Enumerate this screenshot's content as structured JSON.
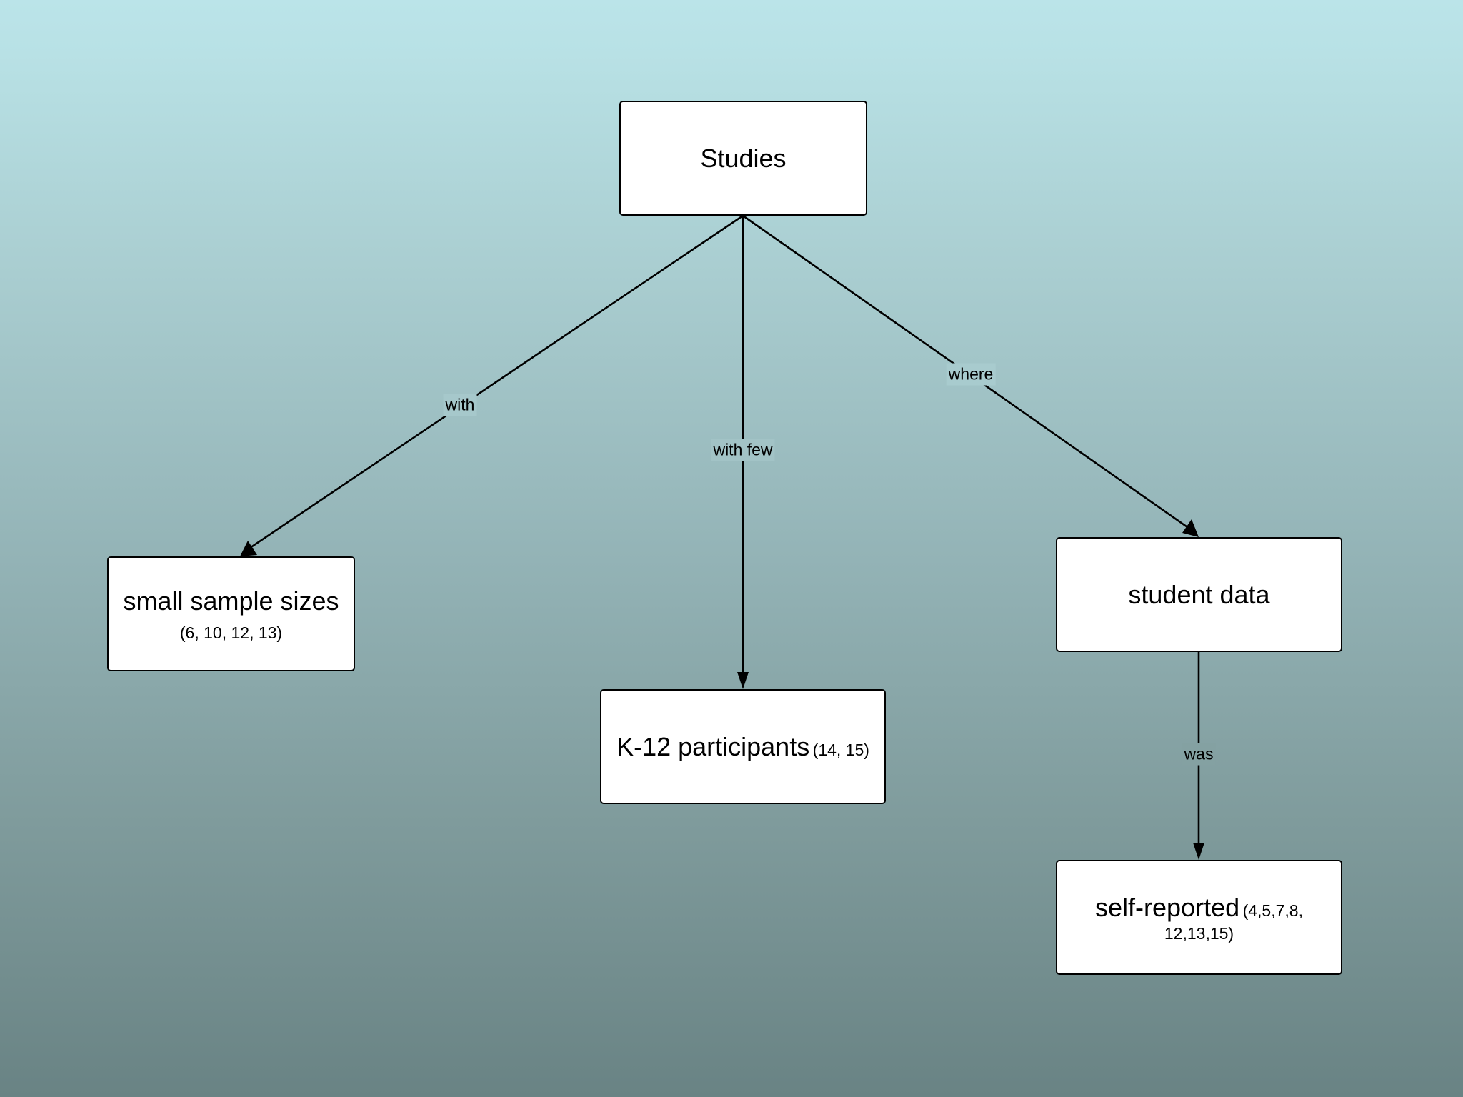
{
  "nodes": {
    "studies": {
      "label": "Studies"
    },
    "small_sample_sizes": {
      "label": "small sample sizes",
      "refs": "(6, 10, 12, 13)"
    },
    "k12_participants": {
      "label": "K-12 participants",
      "refs": "(14, 15)"
    },
    "student_data": {
      "label": "student data"
    },
    "self_reported": {
      "label": "self-reported",
      "refs": "(4,5,7,8, 12,13,15)"
    }
  },
  "edges": [
    {
      "from": "studies",
      "to": "small_sample_sizes",
      "label": "with"
    },
    {
      "from": "studies",
      "to": "k12_participants",
      "label": "with few"
    },
    {
      "from": "studies",
      "to": "student_data",
      "label": "where"
    },
    {
      "from": "student_data",
      "to": "self_reported",
      "label": "was"
    }
  ],
  "colors": {
    "background_top": "#bbe4e9",
    "background_bottom": "#698384",
    "node_fill": "#ffffff",
    "stroke": "#000000"
  }
}
